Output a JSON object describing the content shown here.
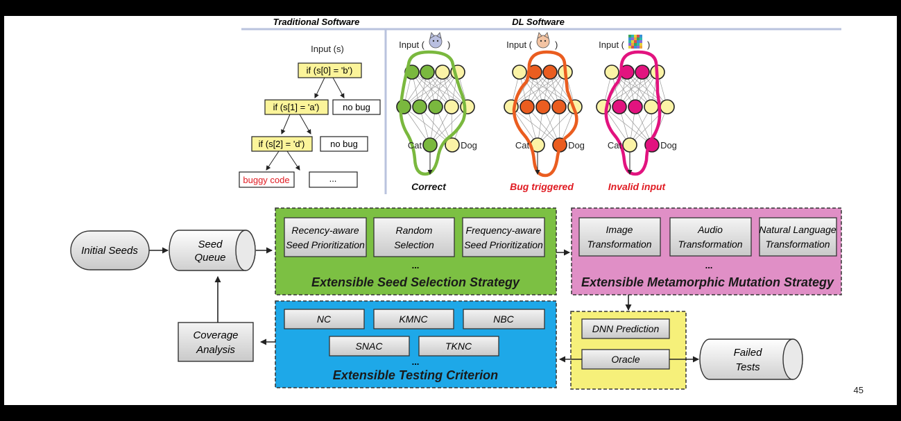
{
  "top": {
    "traditional_header": "Traditional Software",
    "dl_header": "DL Software",
    "trad_input": "Input (s)",
    "cond1": "if (s[0] = 'b')",
    "cond2": "if (s[1] = 'a')",
    "cond3": "if (s[2] = 'd')",
    "no_bug_1": "no bug",
    "no_bug_2": "no bug",
    "buggy_code": "buggy code",
    "ellipsis": "...",
    "input_prefix": "Input (",
    "input_suffix": ")",
    "output_cat": "Cat",
    "output_dog": "Dog",
    "captions": [
      "Correct",
      "Bug triggered",
      "Invalid input"
    ],
    "colors": {
      "green": "#7ab83e",
      "orange": "#ea5d20",
      "magenta": "#e2137f",
      "pale": "#fbf3a6",
      "red": "#e01b22"
    }
  },
  "bottom": {
    "initial_seeds": "Initial Seeds",
    "seed_queue": [
      "Seed",
      "Queue"
    ],
    "coverage_analysis": [
      "Coverage",
      "Analysis"
    ],
    "seed_selection": {
      "title": "Extensible Seed Selection Strategy",
      "items": [
        [
          "Recency-aware",
          "Seed Prioritization"
        ],
        [
          "Random",
          "Selection"
        ],
        [
          "Frequency-aware",
          "Seed Prioritization"
        ]
      ],
      "ellipsis": "...",
      "color": "#7cc043"
    },
    "mutation": {
      "title": "Extensible Metamorphic Mutation Strategy",
      "items": [
        [
          "Image",
          "Transformation"
        ],
        [
          "Audio",
          "Transformation"
        ],
        [
          "Natural Language",
          "Transformation"
        ]
      ],
      "ellipsis": "...",
      "color": "#e08fc6"
    },
    "testing": {
      "title": "Extensible Testing Criterion",
      "items_row1": [
        "NC",
        "KMNC",
        "NBC"
      ],
      "items_row2": [
        "SNAC",
        "TKNC"
      ],
      "ellipsis": "...",
      "color": "#1ea8e8"
    },
    "oracle_box": {
      "prediction": "DNN Prediction",
      "oracle": "Oracle",
      "color": "#f6f07a"
    },
    "failed_tests": [
      "Failed",
      "Tests"
    ]
  },
  "page_number": "45"
}
